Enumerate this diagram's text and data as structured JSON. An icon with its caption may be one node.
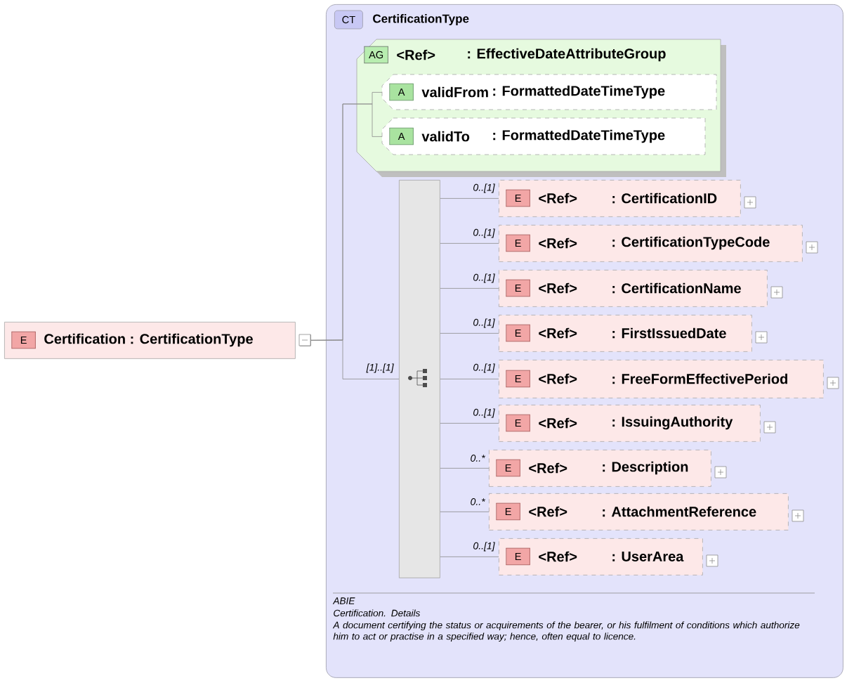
{
  "diagram": {
    "nodes": [
      {
        "text": [
          "E",
          "Certification : CertificationType"
        ]
      },
      {
        "text": [
          "CT",
          "CertificationType",
          "ABIE",
          "Certification. Details",
          "A document certifying the status or acquirements of the bearer, or his fulfilment of conditions which authorize him to act or practise in a specified way; hence, often equal to licence."
        ]
      },
      {
        "text": [
          "AG",
          "<Ref>",
          ": EffectiveDateAttributeGroup"
        ],
        "in": 1
      },
      {
        "text": [
          "A",
          "validFrom",
          ": FormattedDateTimeType"
        ],
        "in": 2
      },
      {
        "text": [
          "A",
          "validTo",
          ": FormattedDateTimeType"
        ],
        "in": 2
      },
      {
        "text": [],
        "shape": "bar",
        "in": 1
      },
      {
        "text": [
          "E",
          "<Ref>",
          ": CertificationID"
        ],
        "in": 1
      },
      {
        "text": [
          "E",
          "<Ref>",
          ": CertificationTypeCode"
        ],
        "in": 1
      },
      {
        "text": [
          "E",
          "<Ref>",
          ": CertificationName"
        ],
        "in": 1
      },
      {
        "text": [
          "E",
          "<Ref>",
          ": FirstIssuedDate"
        ],
        "in": 1
      },
      {
        "text": [
          "E",
          "<Ref>",
          ": FreeFormEffectivePeriod"
        ],
        "in": 1
      },
      {
        "text": [
          "E",
          "<Ref>",
          ": IssuingAuthority"
        ],
        "in": 1
      },
      {
        "text": [
          "E",
          "<Ref>",
          ": Description"
        ],
        "in": 1
      },
      {
        "text": [
          "E",
          "<Ref>",
          ": AttachmentReference"
        ],
        "in": 1
      },
      {
        "text": [
          "E",
          "<Ref>",
          ": UserArea"
        ],
        "in": 1
      }
    ],
    "edges": [
      {
        "from": 0,
        "to": 3,
        "arrow": "other"
      },
      {
        "from": 0,
        "to": 4,
        "arrow": "other"
      },
      {
        "from": 0,
        "to": 5,
        "arrow": "other",
        "label": "[1]..[1]"
      },
      {
        "from": 5,
        "to": 6,
        "arrow": "none",
        "label": "0..[1]"
      },
      {
        "from": 5,
        "to": 7,
        "arrow": "none",
        "label": "0..[1]"
      },
      {
        "from": 5,
        "to": 8,
        "arrow": "none",
        "label": "0..[1]"
      },
      {
        "from": 5,
        "to": 9,
        "arrow": "none",
        "label": "0..[1]"
      },
      {
        "from": 5,
        "to": 10,
        "arrow": "none",
        "label": "0..[1]"
      },
      {
        "from": 5,
        "to": 11,
        "arrow": "none",
        "label": "0..[1]"
      },
      {
        "from": 5,
        "to": 12,
        "arrow": "none",
        "label": "0..*"
      },
      {
        "from": 5,
        "to": 13,
        "arrow": "none",
        "label": "0..*"
      },
      {
        "from": 5,
        "to": 14,
        "arrow": "none",
        "label": "0..[1]"
      }
    ]
  }
}
